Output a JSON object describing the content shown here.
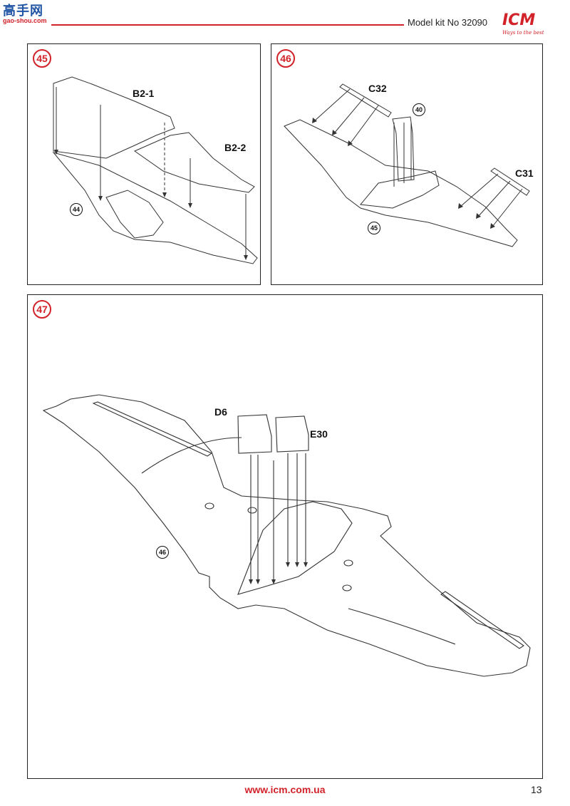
{
  "header": {
    "watermark_cn": "高手网",
    "watermark_en": "gao-shou.com",
    "title": "Model kit No 32090",
    "brand": "ICM",
    "brand_tagline": "Ways to the best"
  },
  "steps": [
    {
      "number": "45",
      "parts": [
        "B2-1",
        "B2-2"
      ],
      "refs": [
        "44"
      ]
    },
    {
      "number": "46",
      "parts": [
        "C32",
        "C31"
      ],
      "refs": [
        "40",
        "45"
      ]
    },
    {
      "number": "47",
      "parts": [
        "D6",
        "E30"
      ],
      "refs": [
        "46"
      ]
    }
  ],
  "footer": {
    "url": "www.icm.com.ua",
    "page_number": "13"
  },
  "colors": {
    "accent": "#d2232a",
    "watermark_blue": "#2156a5",
    "line": "#222222"
  }
}
